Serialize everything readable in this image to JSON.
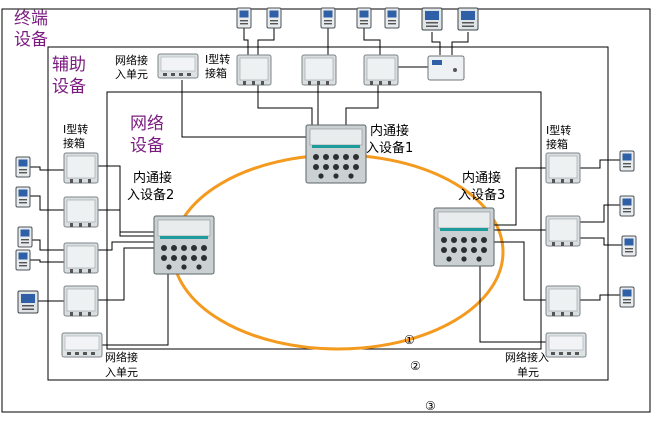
{
  "labels": {
    "terminal_line1": "终端",
    "terminal_line2": "设备",
    "aux_line1": "辅助",
    "aux_line2": "设备",
    "net_line1": "网络",
    "net_line2": "设备",
    "netunit_tl_line1": "网络接",
    "netunit_tl_line2": "入单元",
    "itype_top_line1": "I型转",
    "itype_top_line2": "接箱",
    "itype_left_line1": "I型转",
    "itype_left_line2": "接箱",
    "itype_right_line1": "I型转",
    "itype_right_line2": "接箱",
    "dev1_line1": "内通接",
    "dev1_line2": "入设备1",
    "dev2_line1": "内通接",
    "dev2_line2": "入设备2",
    "dev3_line1": "内通接",
    "dev3_line2": "入设备3",
    "netunit_bl_line1": "网络接",
    "netunit_bl_line2": "入单元",
    "netunit_br_line1": "网络接入",
    "netunit_br_line2": "单元",
    "circle1": "①",
    "circle2": "②",
    "circle3": "③"
  },
  "colors": {
    "ring": "#f39a1f",
    "category_text": "#7a1b7f",
    "terminal_screen": "#2f5fa7"
  }
}
